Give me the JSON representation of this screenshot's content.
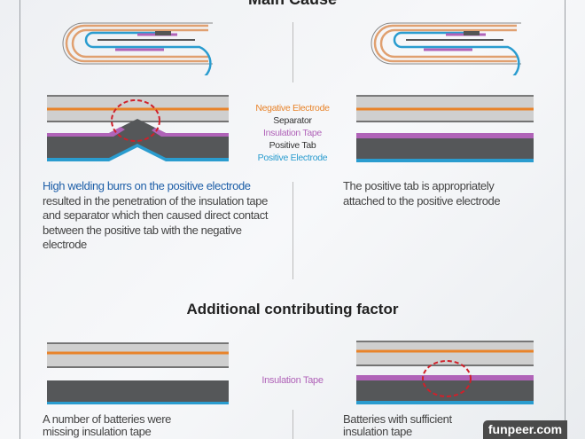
{
  "main_title": "Main Cause",
  "labels": {
    "negative": "Negative Electrode",
    "separator": "Separator",
    "tape": "Insulation Tape",
    "tab": "Positive Tab",
    "positive": "Positive Electrode"
  },
  "left_text": {
    "highlight": "High welding burrs on the positive electrode",
    "rest": " resulted in the penetration of the insulation tape and separator which then caused direct contact between the positive tab with the negative electrode"
  },
  "right_text": "The positive tab is appropriately attached to the positive electrode",
  "additional_title": "Additional contributing factor",
  "bottom_label": "Insulation Tape",
  "bottom_left_text": "A number of batteries were missing insulation tape",
  "bottom_right_text": "Batteries with sufficient insulation tape",
  "watermark": "funpeer.com",
  "colors": {
    "orange": "#e8832a",
    "pink": "#b063b8",
    "blue": "#2a9ccf",
    "dark": "#555759",
    "gray": "#cfcfcf",
    "red": "#d0202a"
  }
}
